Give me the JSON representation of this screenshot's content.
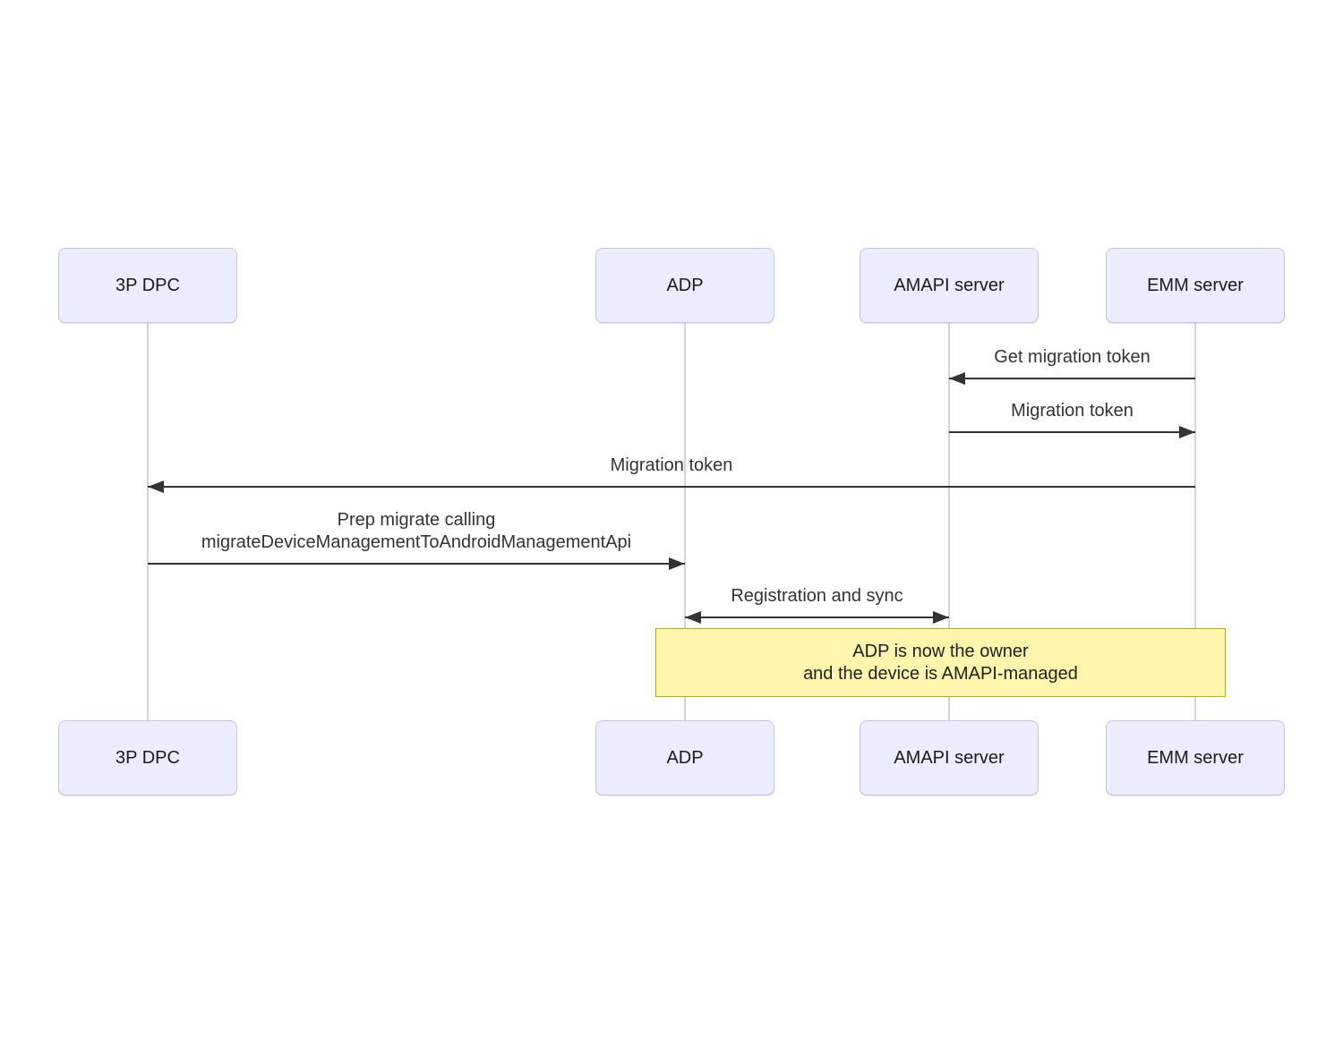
{
  "diagram": {
    "type": "sequence",
    "actors": [
      {
        "id": "3p-dpc",
        "label": "3P DPC"
      },
      {
        "id": "adp",
        "label": "ADP"
      },
      {
        "id": "amapi-server",
        "label": "AMAPI server"
      },
      {
        "id": "emm-server",
        "label": "EMM server"
      }
    ],
    "messages": [
      {
        "label": "Get migration token",
        "from": "EMM server",
        "to": "AMAPI server",
        "direction": "left",
        "line_style": "solid"
      },
      {
        "label": "Migration token",
        "from": "AMAPI server",
        "to": "EMM server",
        "direction": "right",
        "line_style": "solid"
      },
      {
        "label": "Migration token",
        "from": "EMM server",
        "to": "3P DPC",
        "direction": "left",
        "line_style": "solid"
      },
      {
        "label_lines": [
          "Prep migrate calling",
          "migrateDeviceManagementToAndroidManagementApi"
        ],
        "from": "3P DPC",
        "to": "ADP",
        "direction": "right",
        "line_style": "solid"
      },
      {
        "label": "Registration and sync",
        "from": "ADP",
        "to": "AMAPI server",
        "direction": "both",
        "line_style": "solid"
      }
    ],
    "note": {
      "spans": [
        "ADP",
        "EMM server"
      ],
      "lines": [
        "ADP is now the owner",
        "and the device is AMAPI-managed"
      ]
    }
  },
  "theme": {
    "actor_fill": "#ECECFF",
    "actor_border": "#c8c3e2",
    "lifeline": "#d5cfec",
    "arrow": "#333333",
    "msg_text": "#333333",
    "actor_text": "#1a1a1a",
    "note_fill": "#FFF5AD",
    "note_border": "#AAAA33",
    "note_text": "#1f1f1f",
    "canvas_bg": "#ffffff"
  }
}
